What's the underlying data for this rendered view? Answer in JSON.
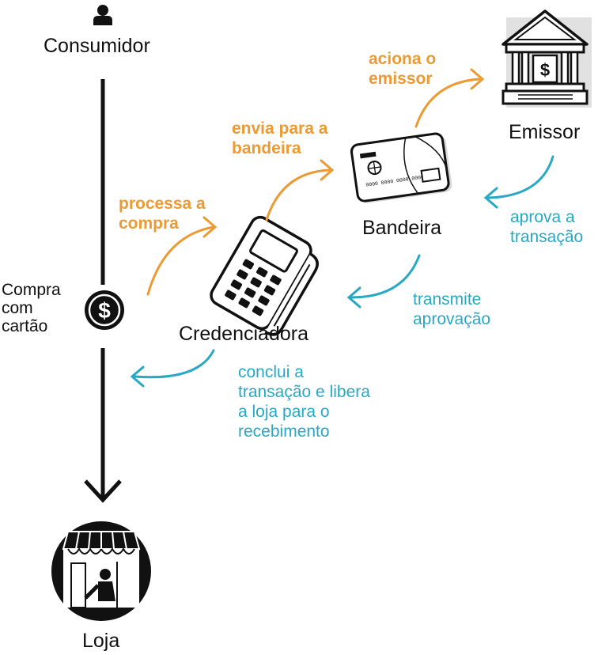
{
  "colors": {
    "forward": "#ee9a33",
    "return": "#27a9c5",
    "ink": "#111111"
  },
  "nodes": {
    "consumer": {
      "label": "Consumidor",
      "icon": "person-icon"
    },
    "acquirer": {
      "label": "Credenciadora",
      "icon": "card-terminal-icon"
    },
    "brand": {
      "label": "Bandeira",
      "icon": "credit-card-icon",
      "card_number": "0000 0000 0000 0000"
    },
    "issuer": {
      "label": "Emissor",
      "icon": "bank-icon"
    },
    "store": {
      "label": "Loja",
      "icon": "store-icon"
    }
  },
  "purchase": {
    "label": "Compra\ncom\ncartão",
    "icon": "dollar-icon"
  },
  "steps": {
    "process": "processa a\ncompra",
    "send_brand": "envia para a\nbandeira",
    "trigger_issuer": "aciona o\nemissor",
    "approve": "aprova a\ntransação",
    "transmit": "transmite\naprovação",
    "conclude": "conclui a\ntransação e libera\na loja para o\nrecebimento"
  }
}
